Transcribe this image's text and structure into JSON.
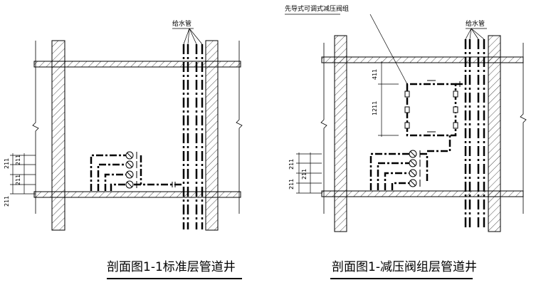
{
  "left_section": {
    "caption": "剖面图1-1标准层管道井",
    "pipe_label": "给水管",
    "dims": [
      "211",
      "211",
      "211",
      "211"
    ]
  },
  "right_section": {
    "caption": "剖面图1-减压阀组层管道井",
    "pipe_label": "给水管",
    "valve_label": "先导式可调式减压阀组",
    "dims": [
      "211",
      "211",
      "211",
      "411",
      "1211"
    ]
  },
  "colors": {
    "line": "#000000",
    "background": "#ffffff"
  }
}
